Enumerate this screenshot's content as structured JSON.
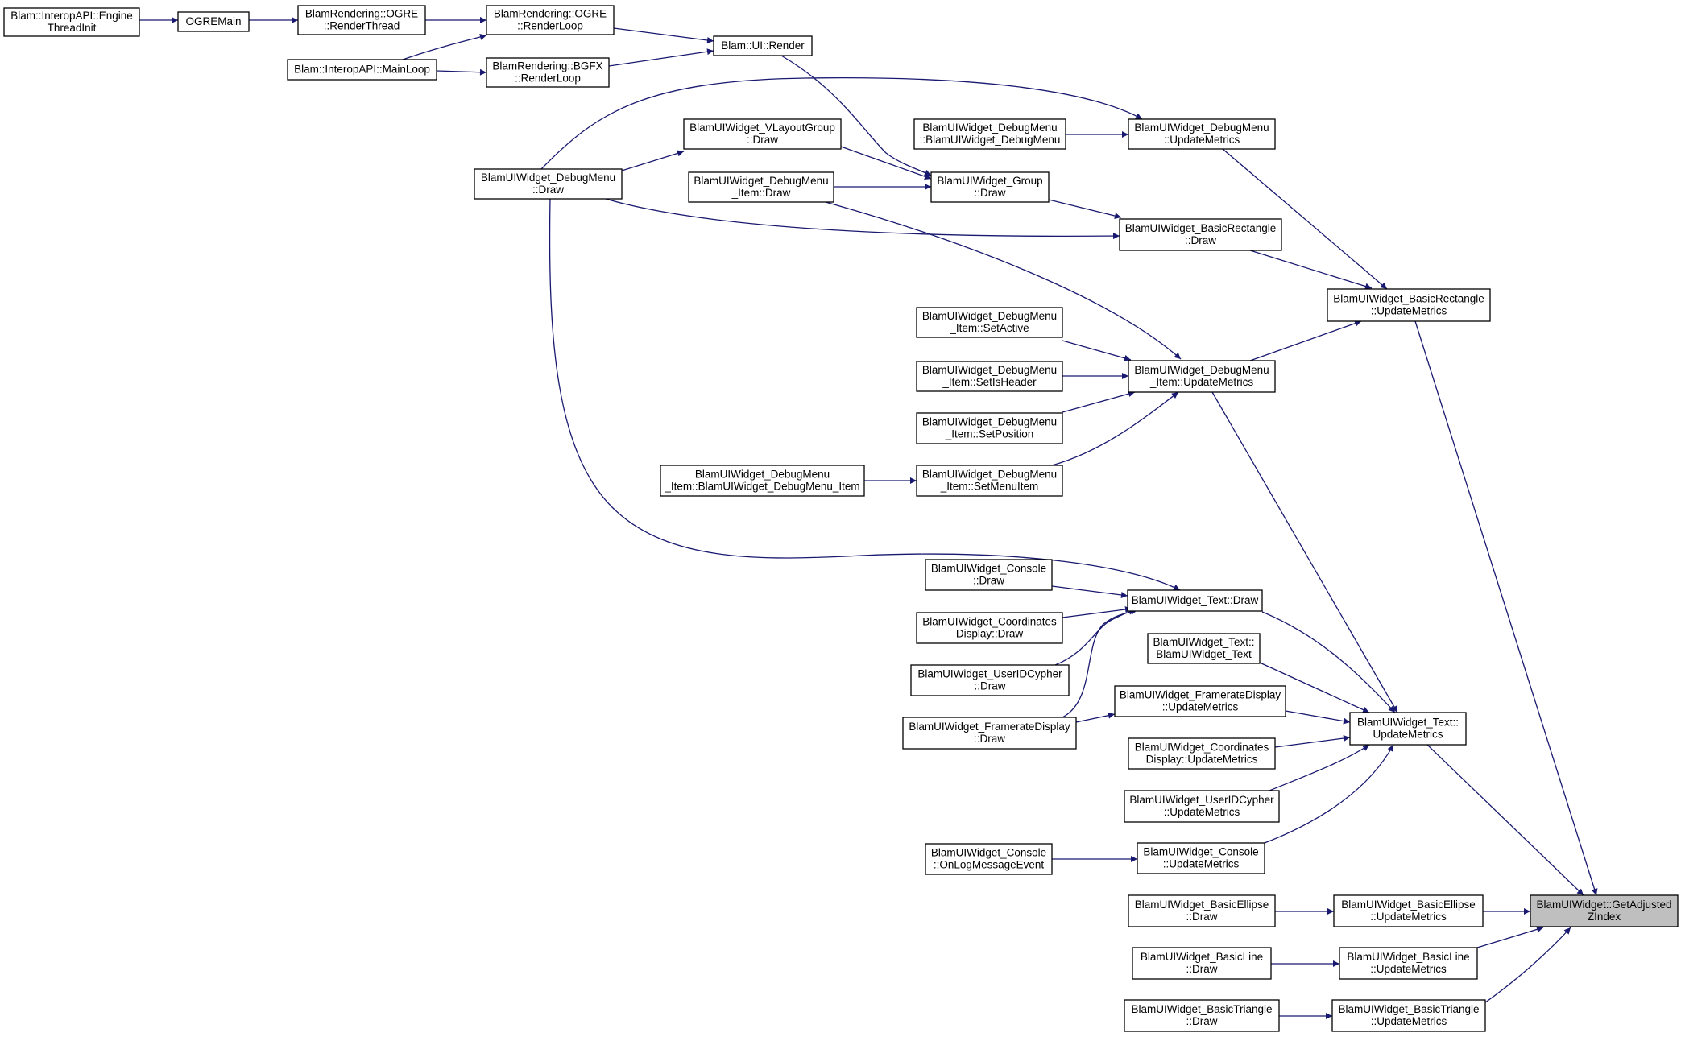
{
  "graph": {
    "edge_color": "#191970",
    "highlight_color": "#bfbfbf",
    "nodes": [
      {
        "id": "engine_thread_init",
        "lines": [
          "Blam::InteropAPI::Engine",
          "ThreadInit"
        ]
      },
      {
        "id": "ogremain",
        "lines": [
          "OGREMain"
        ]
      },
      {
        "id": "ogre_render_thread",
        "lines": [
          "BlamRendering::OGRE",
          "::RenderThread"
        ]
      },
      {
        "id": "ogre_render_loop",
        "lines": [
          "BlamRendering::OGRE",
          "::RenderLoop"
        ]
      },
      {
        "id": "interop_main_loop",
        "lines": [
          "Blam::InteropAPI::MainLoop"
        ]
      },
      {
        "id": "bgfx_render_loop",
        "lines": [
          "BlamRendering::BGFX",
          "::RenderLoop"
        ]
      },
      {
        "id": "ui_render",
        "lines": [
          "Blam::UI::Render"
        ]
      },
      {
        "id": "vlayoutgroup_draw",
        "lines": [
          "BlamUIWidget_VLayoutGroup",
          "::Draw"
        ]
      },
      {
        "id": "debugmenu_draw",
        "lines": [
          "BlamUIWidget_DebugMenu",
          "::Draw"
        ]
      },
      {
        "id": "debugmenu_item_draw",
        "lines": [
          "BlamUIWidget_DebugMenu",
          "_Item::Draw"
        ]
      },
      {
        "id": "group_draw",
        "lines": [
          "BlamUIWidget_Group",
          "::Draw"
        ]
      },
      {
        "id": "debugmenu_ctor",
        "lines": [
          "BlamUIWidget_DebugMenu",
          "::BlamUIWidget_DebugMenu"
        ]
      },
      {
        "id": "debugmenu_updatemetrics",
        "lines": [
          "BlamUIWidget_DebugMenu",
          "::UpdateMetrics"
        ]
      },
      {
        "id": "basicrect_draw",
        "lines": [
          "BlamUIWidget_BasicRectangle",
          "::Draw"
        ]
      },
      {
        "id": "basicrect_updatemetrics",
        "lines": [
          "BlamUIWidget_BasicRectangle",
          "::UpdateMetrics"
        ]
      },
      {
        "id": "item_setactive",
        "lines": [
          "BlamUIWidget_DebugMenu",
          "_Item::SetActive"
        ]
      },
      {
        "id": "item_setisheader",
        "lines": [
          "BlamUIWidget_DebugMenu",
          "_Item::SetIsHeader"
        ]
      },
      {
        "id": "item_setposition",
        "lines": [
          "BlamUIWidget_DebugMenu",
          "_Item::SetPosition"
        ]
      },
      {
        "id": "item_ctor",
        "lines": [
          "BlamUIWidget_DebugMenu",
          "_Item::BlamUIWidget_DebugMenu_Item"
        ]
      },
      {
        "id": "item_setmenuitem",
        "lines": [
          "BlamUIWidget_DebugMenu",
          "_Item::SetMenuItem"
        ]
      },
      {
        "id": "item_updatemetrics",
        "lines": [
          "BlamUIWidget_DebugMenu",
          "_Item::UpdateMetrics"
        ]
      },
      {
        "id": "console_draw",
        "lines": [
          "BlamUIWidget_Console",
          "::Draw"
        ]
      },
      {
        "id": "text_draw",
        "lines": [
          "BlamUIWidget_Text::Draw"
        ]
      },
      {
        "id": "coords_draw",
        "lines": [
          "BlamUIWidget_Coordinates",
          "Display::Draw"
        ]
      },
      {
        "id": "text_ctor",
        "lines": [
          "BlamUIWidget_Text::",
          "BlamUIWidget_Text"
        ]
      },
      {
        "id": "useridcypher_draw",
        "lines": [
          "BlamUIWidget_UserIDCypher",
          "::Draw"
        ]
      },
      {
        "id": "framerate_updatemetrics",
        "lines": [
          "BlamUIWidget_FramerateDisplay",
          "::UpdateMetrics"
        ]
      },
      {
        "id": "framerate_draw",
        "lines": [
          "BlamUIWidget_FramerateDisplay",
          "::Draw"
        ]
      },
      {
        "id": "text_updatemetrics",
        "lines": [
          "BlamUIWidget_Text::",
          "UpdateMetrics"
        ]
      },
      {
        "id": "coords_updatemetrics",
        "lines": [
          "BlamUIWidget_Coordinates",
          "Display::UpdateMetrics"
        ]
      },
      {
        "id": "useridcypher_updatemetrics",
        "lines": [
          "BlamUIWidget_UserIDCypher",
          "::UpdateMetrics"
        ]
      },
      {
        "id": "console_onlogmessage",
        "lines": [
          "BlamUIWidget_Console",
          "::OnLogMessageEvent"
        ]
      },
      {
        "id": "console_updatemetrics",
        "lines": [
          "BlamUIWidget_Console",
          "::UpdateMetrics"
        ]
      },
      {
        "id": "basicellipse_draw",
        "lines": [
          "BlamUIWidget_BasicEllipse",
          "::Draw"
        ]
      },
      {
        "id": "basicellipse_updatemetrics",
        "lines": [
          "BlamUIWidget_BasicEllipse",
          "::UpdateMetrics"
        ]
      },
      {
        "id": "getadjustedzindex",
        "lines": [
          "BlamUIWidget::GetAdjusted",
          "ZIndex"
        ],
        "highlight": true
      },
      {
        "id": "basicline_draw",
        "lines": [
          "BlamUIWidget_BasicLine",
          "::Draw"
        ]
      },
      {
        "id": "basicline_updatemetrics",
        "lines": [
          "BlamUIWidget_BasicLine",
          "::UpdateMetrics"
        ]
      },
      {
        "id": "basictriangle_draw",
        "lines": [
          "BlamUIWidget_BasicTriangle",
          "::Draw"
        ]
      },
      {
        "id": "basictriangle_updatemetrics",
        "lines": [
          "BlamUIWidget_BasicTriangle",
          "::UpdateMetrics"
        ]
      }
    ],
    "edges": [
      {
        "from": "engine_thread_init",
        "to": "ogremain"
      },
      {
        "from": "ogremain",
        "to": "ogre_render_thread"
      },
      {
        "from": "ogre_render_thread",
        "to": "ogre_render_loop"
      },
      {
        "from": "interop_main_loop",
        "to": "ogre_render_loop"
      },
      {
        "from": "interop_main_loop",
        "to": "bgfx_render_loop"
      },
      {
        "from": "ogre_render_loop",
        "to": "ui_render"
      },
      {
        "from": "bgfx_render_loop",
        "to": "ui_render"
      },
      {
        "from": "ui_render",
        "to": "group_draw"
      },
      {
        "from": "debugmenu_draw",
        "to": "vlayoutgroup_draw"
      },
      {
        "from": "vlayoutgroup_draw",
        "to": "group_draw"
      },
      {
        "from": "debugmenu_item_draw",
        "to": "group_draw"
      },
      {
        "from": "debugmenu_draw",
        "to": "debugmenu_updatemetrics"
      },
      {
        "from": "debugmenu_ctor",
        "to": "debugmenu_updatemetrics"
      },
      {
        "from": "group_draw",
        "to": "basicrect_draw"
      },
      {
        "from": "debugmenu_draw",
        "to": "basicrect_draw"
      },
      {
        "from": "debugmenu_updatemetrics",
        "to": "basicrect_updatemetrics"
      },
      {
        "from": "basicrect_draw",
        "to": "basicrect_updatemetrics"
      },
      {
        "from": "item_updatemetrics",
        "to": "basicrect_updatemetrics"
      },
      {
        "from": "debugmenu_item_draw",
        "to": "item_updatemetrics"
      },
      {
        "from": "item_setactive",
        "to": "item_updatemetrics"
      },
      {
        "from": "item_setisheader",
        "to": "item_updatemetrics"
      },
      {
        "from": "item_setposition",
        "to": "item_updatemetrics"
      },
      {
        "from": "item_setmenuitem",
        "to": "item_updatemetrics"
      },
      {
        "from": "item_ctor",
        "to": "item_setmenuitem"
      },
      {
        "from": "debugmenu_draw",
        "to": "text_draw"
      },
      {
        "from": "console_draw",
        "to": "text_draw"
      },
      {
        "from": "coords_draw",
        "to": "text_draw"
      },
      {
        "from": "useridcypher_draw",
        "to": "text_draw"
      },
      {
        "from": "framerate_draw",
        "to": "text_draw"
      },
      {
        "from": "framerate_draw",
        "to": "framerate_updatemetrics"
      },
      {
        "from": "text_draw",
        "to": "text_updatemetrics"
      },
      {
        "from": "text_ctor",
        "to": "text_updatemetrics"
      },
      {
        "from": "framerate_updatemetrics",
        "to": "text_updatemetrics"
      },
      {
        "from": "coords_updatemetrics",
        "to": "text_updatemetrics"
      },
      {
        "from": "useridcypher_updatemetrics",
        "to": "text_updatemetrics"
      },
      {
        "from": "console_updatemetrics",
        "to": "text_updatemetrics"
      },
      {
        "from": "item_updatemetrics",
        "to": "text_updatemetrics"
      },
      {
        "from": "console_onlogmessage",
        "to": "console_updatemetrics"
      },
      {
        "from": "basicrect_updatemetrics",
        "to": "getadjustedzindex"
      },
      {
        "from": "text_updatemetrics",
        "to": "getadjustedzindex"
      },
      {
        "from": "basicellipse_updatemetrics",
        "to": "getadjustedzindex"
      },
      {
        "from": "basicline_updatemetrics",
        "to": "getadjustedzindex"
      },
      {
        "from": "basictriangle_updatemetrics",
        "to": "getadjustedzindex"
      },
      {
        "from": "basicellipse_draw",
        "to": "basicellipse_updatemetrics"
      },
      {
        "from": "basicline_draw",
        "to": "basicline_updatemetrics"
      },
      {
        "from": "basictriangle_draw",
        "to": "basictriangle_updatemetrics"
      }
    ]
  }
}
